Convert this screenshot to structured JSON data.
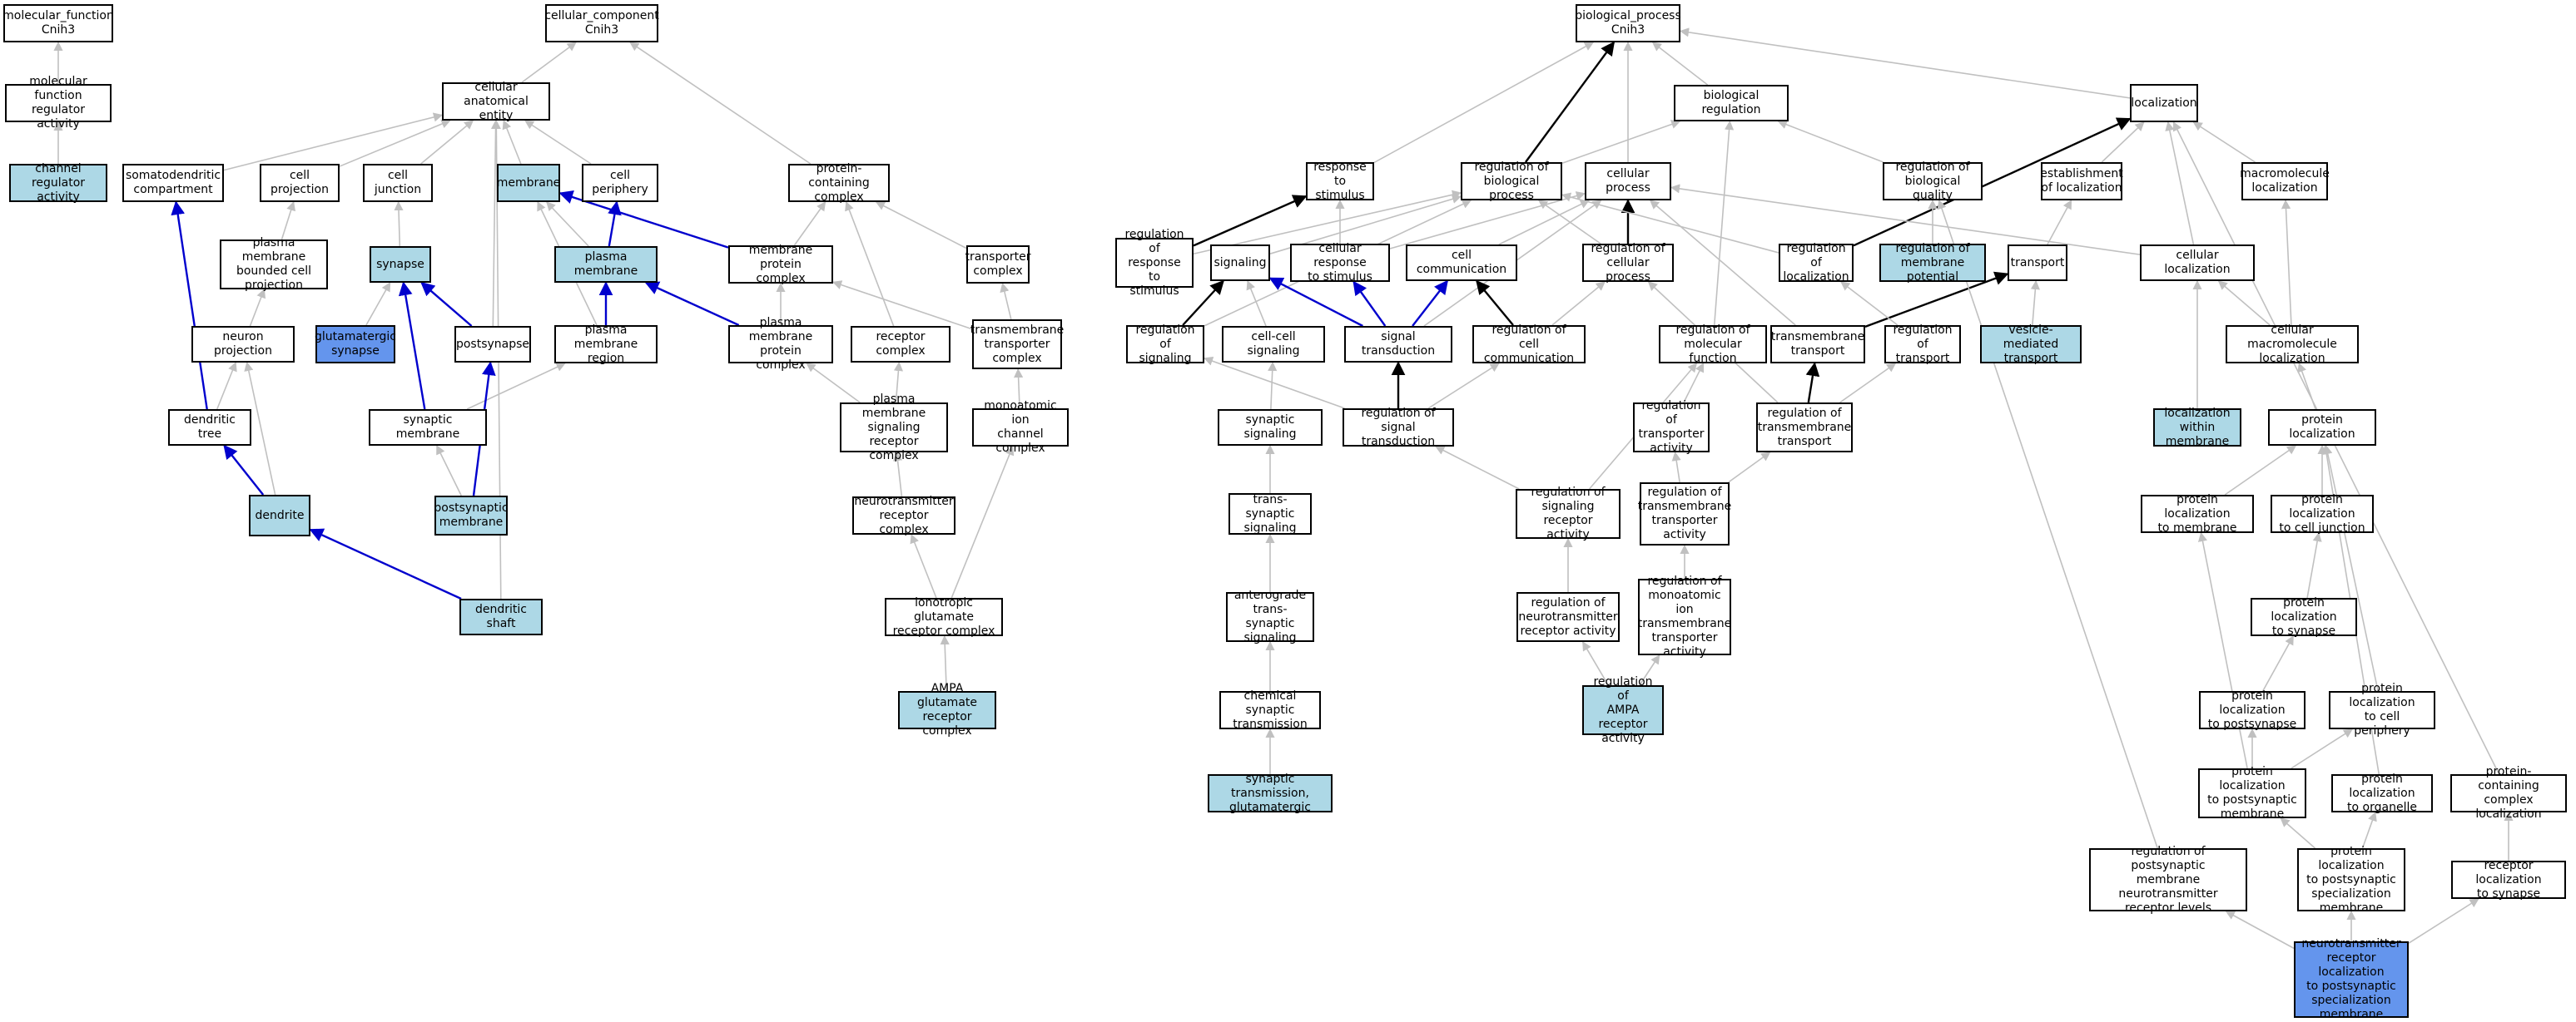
{
  "colors": {
    "black": "#000000",
    "gray": "#c0c0c0",
    "blue": "#0000cd",
    "light": "#add8e6",
    "strong": "#6495ed"
  },
  "nodes": [
    {
      "id": "mf",
      "label": "molecular_function\nCnih3"
    },
    {
      "id": "mfra",
      "label": "molecular function\nregulator activity"
    },
    {
      "id": "cra",
      "label": "channel regulator\nactivity",
      "style": "hl"
    },
    {
      "id": "cc",
      "label": "cellular_component\nCnih3"
    },
    {
      "id": "cae",
      "label": "cellular anatomical\nentity"
    },
    {
      "id": "sdc",
      "label": "somatodendritic\ncompartment"
    },
    {
      "id": "cproj",
      "label": "cell projection"
    },
    {
      "id": "cjunc",
      "label": "cell junction"
    },
    {
      "id": "mem",
      "label": "membrane",
      "style": "hl"
    },
    {
      "id": "cper",
      "label": "cell periphery"
    },
    {
      "id": "pmbcp",
      "label": "plasma membrane\nbounded cell\nprojection"
    },
    {
      "id": "syn",
      "label": "synapse",
      "style": "hl"
    },
    {
      "id": "pm",
      "label": "plasma membrane",
      "style": "hl"
    },
    {
      "id": "glus",
      "label": "glutamatergic\nsynapse",
      "style": "hl2"
    },
    {
      "id": "nproj",
      "label": "neuron projection"
    },
    {
      "id": "psyn",
      "label": "postsynapse"
    },
    {
      "id": "pmr",
      "label": "plasma membrane\nregion"
    },
    {
      "id": "dtree",
      "label": "dendritic tree"
    },
    {
      "id": "synm",
      "label": "synaptic membrane"
    },
    {
      "id": "dend",
      "label": "dendrite",
      "style": "hl"
    },
    {
      "id": "psm",
      "label": "postsynaptic\nmembrane",
      "style": "hl"
    },
    {
      "id": "dshaft",
      "label": "dendritic shaft",
      "style": "hl"
    },
    {
      "id": "pcc",
      "label": "protein-containing\ncomplex"
    },
    {
      "id": "mpc",
      "label": "membrane protein\ncomplex"
    },
    {
      "id": "pmpc",
      "label": "plasma membrane\nprotein complex"
    },
    {
      "id": "recc",
      "label": "receptor complex"
    },
    {
      "id": "trc",
      "label": "transporter\ncomplex"
    },
    {
      "id": "ttc",
      "label": "transmembrane\ntransporter\ncomplex"
    },
    {
      "id": "pmsrc",
      "label": "plasma membrane\nsignaling receptor\ncomplex"
    },
    {
      "id": "moicc",
      "label": "monoatomic ion\nchannel complex"
    },
    {
      "id": "ntrc",
      "label": "neurotransmitter\nreceptor complex"
    },
    {
      "id": "igrc",
      "label": "ionotropic glutamate\nreceptor complex"
    },
    {
      "id": "ampac",
      "label": "AMPA glutamate\nreceptor complex",
      "style": "hl"
    },
    {
      "id": "bp",
      "label": "biological_process\nCnih3"
    },
    {
      "id": "breg",
      "label": "biological regulation"
    },
    {
      "id": "loc",
      "label": "localization"
    },
    {
      "id": "rts",
      "label": "response to\nstimulus"
    },
    {
      "id": "rbp",
      "label": "regulation of\nbiological process"
    },
    {
      "id": "cp",
      "label": "cellular process"
    },
    {
      "id": "rbq",
      "label": "regulation of\nbiological quality"
    },
    {
      "id": "eloc",
      "label": "establishment\nof localization"
    },
    {
      "id": "mloc",
      "label": "macromolecule\nlocalization"
    },
    {
      "id": "rrts",
      "label": "regulation of\nresponse to\nstimulus"
    },
    {
      "id": "sig",
      "label": "signaling"
    },
    {
      "id": "crts",
      "label": "cellular response\nto stimulus"
    },
    {
      "id": "ccom",
      "label": "cell communication"
    },
    {
      "id": "rcp",
      "label": "regulation of\ncellular process"
    },
    {
      "id": "rloc",
      "label": "regulation of\nlocalization"
    },
    {
      "id": "rmp",
      "label": "regulation of\nmembrane potential",
      "style": "hl"
    },
    {
      "id": "trn",
      "label": "transport"
    },
    {
      "id": "cloc",
      "label": "cellular localization"
    },
    {
      "id": "rsig",
      "label": "regulation of\nsignaling"
    },
    {
      "id": "ccsig",
      "label": "cell-cell signaling"
    },
    {
      "id": "st",
      "label": "signal transduction"
    },
    {
      "id": "rcc",
      "label": "regulation of\ncell communication"
    },
    {
      "id": "rmf",
      "label": "regulation of\nmolecular function"
    },
    {
      "id": "tmt",
      "label": "transmembrane\ntransport"
    },
    {
      "id": "rtrn",
      "label": "regulation of\ntransport"
    },
    {
      "id": "vmt",
      "label": "vesicle-mediated\ntransport",
      "style": "hl"
    },
    {
      "id": "cmloc",
      "label": "cellular macromolecule\nlocalization"
    },
    {
      "id": "synsig",
      "label": "synaptic signaling"
    },
    {
      "id": "rst",
      "label": "regulation of\nsignal transduction"
    },
    {
      "id": "rta",
      "label": "regulation of\ntransporter\nactivity"
    },
    {
      "id": "rtmt",
      "label": "regulation of\ntransmembrane\ntransport"
    },
    {
      "id": "lwm",
      "label": "localization\nwithin membrane",
      "style": "hl"
    },
    {
      "id": "ploc",
      "label": "protein localization"
    },
    {
      "id": "tssig",
      "label": "trans-synaptic\nsignaling"
    },
    {
      "id": "rsra",
      "label": "regulation of\nsignaling receptor\nactivity"
    },
    {
      "id": "rtmta",
      "label": "regulation of\ntransmembrane\ntransporter\nactivity"
    },
    {
      "id": "pltm",
      "label": "protein localization\nto membrane"
    },
    {
      "id": "pltcj",
      "label": "protein localization\nto cell junction"
    },
    {
      "id": "atsig",
      "label": "anterograde\ntrans-synaptic\nsignaling"
    },
    {
      "id": "rntra",
      "label": "regulation of\nneurotransmitter\nreceptor activity"
    },
    {
      "id": "rmitta",
      "label": "regulation of\nmonoatomic ion\ntransmembrane\ntransporter\nactivity"
    },
    {
      "id": "plts",
      "label": "protein localization\nto synapse"
    },
    {
      "id": "cst",
      "label": "chemical synaptic\ntransmission"
    },
    {
      "id": "rampa",
      "label": "regulation of\nAMPA receptor\nactivity",
      "style": "hl"
    },
    {
      "id": "pltps",
      "label": "protein localization\nto postsynapse"
    },
    {
      "id": "pltcp",
      "label": "protein localization\nto cell periphery"
    },
    {
      "id": "stg",
      "label": "synaptic transmission,\nglutamatergic",
      "style": "hl"
    },
    {
      "id": "pltpm",
      "label": "protein localization\nto postsynaptic\nmembrane"
    },
    {
      "id": "plto",
      "label": "protein localization\nto organelle"
    },
    {
      "id": "pccl",
      "label": "protein-containing\ncomplex localization"
    },
    {
      "id": "rpmntrl",
      "label": "regulation of\npostsynaptic\nmembrane neurotransmitter\nreceptor levels"
    },
    {
      "id": "pltpsm",
      "label": "protein localization\nto postsynaptic\nspecialization\nmembrane"
    },
    {
      "id": "rts2",
      "label": "receptor localization\nto synapse"
    },
    {
      "id": "ntrl",
      "label": "neurotransmitter\nreceptor localization\nto postsynaptic\nspecialization\nmembrane",
      "style": "hl2"
    }
  ],
  "edges": [
    [
      "mfra",
      "mf",
      "g"
    ],
    [
      "cra",
      "mfra",
      "g"
    ],
    [
      "cae",
      "cc",
      "g"
    ],
    [
      "pcc",
      "cc",
      "g"
    ],
    [
      "sdc",
      "cae",
      "g"
    ],
    [
      "cproj",
      "cae",
      "g"
    ],
    [
      "cjunc",
      "cae",
      "g"
    ],
    [
      "mem",
      "cae",
      "g"
    ],
    [
      "cper",
      "cae",
      "g"
    ],
    [
      "pmbcp",
      "cproj",
      "g"
    ],
    [
      "syn",
      "cjunc",
      "g"
    ],
    [
      "pm",
      "mem",
      "g"
    ],
    [
      "pm",
      "cper",
      "b"
    ],
    [
      "glus",
      "syn",
      "g"
    ],
    [
      "nproj",
      "pmbcp",
      "g"
    ],
    [
      "psyn",
      "syn",
      "b"
    ],
    [
      "psyn",
      "cae",
      "g"
    ],
    [
      "pmr",
      "pm",
      "b"
    ],
    [
      "pmr",
      "mem",
      "g"
    ],
    [
      "dtree",
      "sdc",
      "b"
    ],
    [
      "dtree",
      "nproj",
      "g"
    ],
    [
      "synm",
      "syn",
      "b"
    ],
    [
      "synm",
      "pmr",
      "g"
    ],
    [
      "dend",
      "dtree",
      "b"
    ],
    [
      "dend",
      "nproj",
      "g"
    ],
    [
      "psm",
      "psyn",
      "b"
    ],
    [
      "psm",
      "synm",
      "g"
    ],
    [
      "dshaft",
      "dend",
      "b"
    ],
    [
      "dshaft",
      "cae",
      "g"
    ],
    [
      "mpc",
      "pcc",
      "g"
    ],
    [
      "mpc",
      "mem",
      "b"
    ],
    [
      "pmpc",
      "mpc",
      "g"
    ],
    [
      "pmpc",
      "pm",
      "b"
    ],
    [
      "recc",
      "pcc",
      "g"
    ],
    [
      "trc",
      "pcc",
      "g"
    ],
    [
      "ttc",
      "trc",
      "g"
    ],
    [
      "ttc",
      "mpc",
      "g"
    ],
    [
      "pmsrc",
      "recc",
      "g"
    ],
    [
      "pmsrc",
      "pmpc",
      "g"
    ],
    [
      "moicc",
      "ttc",
      "g"
    ],
    [
      "ntrc",
      "pmsrc",
      "g"
    ],
    [
      "igrc",
      "ntrc",
      "g"
    ],
    [
      "igrc",
      "moicc",
      "g"
    ],
    [
      "ampac",
      "igrc",
      "g"
    ],
    [
      "breg",
      "bp",
      "g"
    ],
    [
      "loc",
      "bp",
      "g"
    ],
    [
      "rts",
      "bp",
      "g"
    ],
    [
      "rbp",
      "bp",
      "k"
    ],
    [
      "cp",
      "bp",
      "g"
    ],
    [
      "rbp",
      "breg",
      "g"
    ],
    [
      "rbq",
      "breg",
      "g"
    ],
    [
      "eloc",
      "loc",
      "g"
    ],
    [
      "mloc",
      "loc",
      "g"
    ],
    [
      "rrts",
      "rts",
      "k"
    ],
    [
      "rrts",
      "rbp",
      "g"
    ],
    [
      "sig",
      "rbp",
      "g"
    ],
    [
      "crts",
      "rts",
      "g"
    ],
    [
      "crts",
      "cp",
      "g"
    ],
    [
      "ccom",
      "cp",
      "g"
    ],
    [
      "rcp",
      "cp",
      "k"
    ],
    [
      "rcp",
      "rbp",
      "g"
    ],
    [
      "rloc",
      "loc",
      "k"
    ],
    [
      "rloc",
      "rbp",
      "g"
    ],
    [
      "rmp",
      "rbq",
      "g"
    ],
    [
      "trn",
      "eloc",
      "g"
    ],
    [
      "cloc",
      "loc",
      "g"
    ],
    [
      "cloc",
      "cp",
      "g"
    ],
    [
      "rsig",
      "sig",
      "k"
    ],
    [
      "rsig",
      "rbp",
      "g"
    ],
    [
      "ccsig",
      "sig",
      "g"
    ],
    [
      "st",
      "sig",
      "b"
    ],
    [
      "st",
      "crts",
      "b"
    ],
    [
      "st",
      "ccom",
      "b"
    ],
    [
      "st",
      "cp",
      "g"
    ],
    [
      "rcc",
      "ccom",
      "k"
    ],
    [
      "rcc",
      "rcp",
      "g"
    ],
    [
      "rmf",
      "breg",
      "g"
    ],
    [
      "tmt",
      "trn",
      "k"
    ],
    [
      "tmt",
      "cp",
      "g"
    ],
    [
      "rtrn",
      "rloc",
      "g"
    ],
    [
      "vmt",
      "trn",
      "g"
    ],
    [
      "cmloc",
      "cloc",
      "g"
    ],
    [
      "cmloc",
      "mloc",
      "g"
    ],
    [
      "synsig",
      "ccsig",
      "g"
    ],
    [
      "rst",
      "st",
      "k"
    ],
    [
      "rst",
      "rsig",
      "g"
    ],
    [
      "rst",
      "rcc",
      "g"
    ],
    [
      "rta",
      "rmf",
      "g"
    ],
    [
      "rtmt",
      "tmt",
      "k"
    ],
    [
      "rtmt",
      "rtrn",
      "g"
    ],
    [
      "rtmt",
      "rcp",
      "g"
    ],
    [
      "lwm",
      "cloc",
      "g"
    ],
    [
      "ploc",
      "cmloc",
      "g"
    ],
    [
      "tssig",
      "synsig",
      "g"
    ],
    [
      "rsra",
      "rst",
      "g"
    ],
    [
      "rsra",
      "rmf",
      "g"
    ],
    [
      "rtmta",
      "rta",
      "g"
    ],
    [
      "rtmta",
      "rtmt",
      "g"
    ],
    [
      "pltm",
      "ploc",
      "g"
    ],
    [
      "pltcj",
      "ploc",
      "g"
    ],
    [
      "atsig",
      "tssig",
      "g"
    ],
    [
      "rntra",
      "rsra",
      "g"
    ],
    [
      "rmitta",
      "rtmta",
      "g"
    ],
    [
      "plts",
      "pltcj",
      "g"
    ],
    [
      "cst",
      "atsig",
      "g"
    ],
    [
      "rampa",
      "rntra",
      "g"
    ],
    [
      "rampa",
      "rmitta",
      "g"
    ],
    [
      "pltps",
      "plts",
      "g"
    ],
    [
      "pltcp",
      "ploc",
      "g"
    ],
    [
      "stg",
      "cst",
      "g"
    ],
    [
      "pltpm",
      "pltps",
      "g"
    ],
    [
      "pltpm",
      "pltcp",
      "g"
    ],
    [
      "pltpm",
      "pltm",
      "g"
    ],
    [
      "plto",
      "ploc",
      "g"
    ],
    [
      "pccl",
      "loc",
      "g"
    ],
    [
      "rpmntrl",
      "rbq",
      "g"
    ],
    [
      "pltpsm",
      "pltpm",
      "g"
    ],
    [
      "pltpsm",
      "plto",
      "g"
    ],
    [
      "rts2",
      "pccl",
      "g"
    ],
    [
      "ntrl",
      "rpmntrl",
      "g"
    ],
    [
      "ntrl",
      "pltpsm",
      "g"
    ],
    [
      "ntrl",
      "rts2",
      "g"
    ]
  ]
}
